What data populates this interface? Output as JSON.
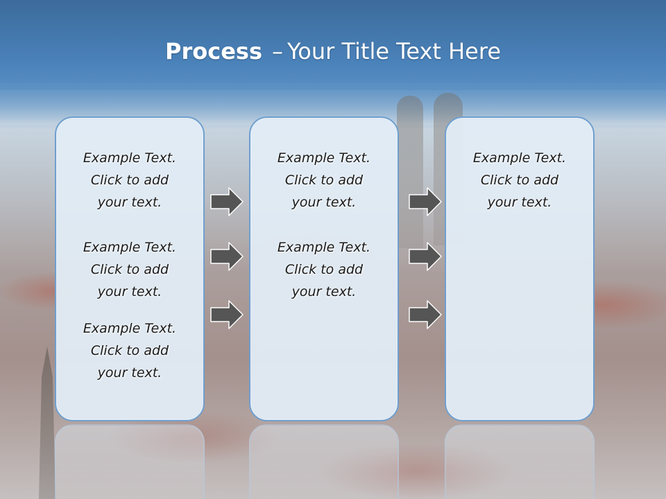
{
  "title": {
    "bold": "Process",
    "dash": "–",
    "rest": "Your Title Text Here"
  },
  "panels": [
    {
      "items": [
        {
          "line1": "Example Text.",
          "line2": "Click  to add",
          "line3": "your text."
        },
        {
          "line1": "Example Text.",
          "line2": "Click  to add",
          "line3": "your text."
        },
        {
          "line1": "Example Text.",
          "line2": "Click  to add",
          "line3": "your text."
        }
      ]
    },
    {
      "items": [
        {
          "line1": "Example Text.",
          "line2": "Click  to add",
          "line3": "your text."
        },
        {
          "line1": "Example Text.",
          "line2": "Click  to add",
          "line3": "your text."
        }
      ]
    },
    {
      "items": [
        {
          "line1": "Example Text.",
          "line2": "Click  to add",
          "line3": "your text."
        }
      ]
    }
  ],
  "icons": {
    "arrow": "arrow-right-icon"
  },
  "colors": {
    "panel_fill": "#e2ecf6",
    "panel_border": "#6f9fcf",
    "arrow_fill": "#555555",
    "title_text": "#ffffff"
  }
}
